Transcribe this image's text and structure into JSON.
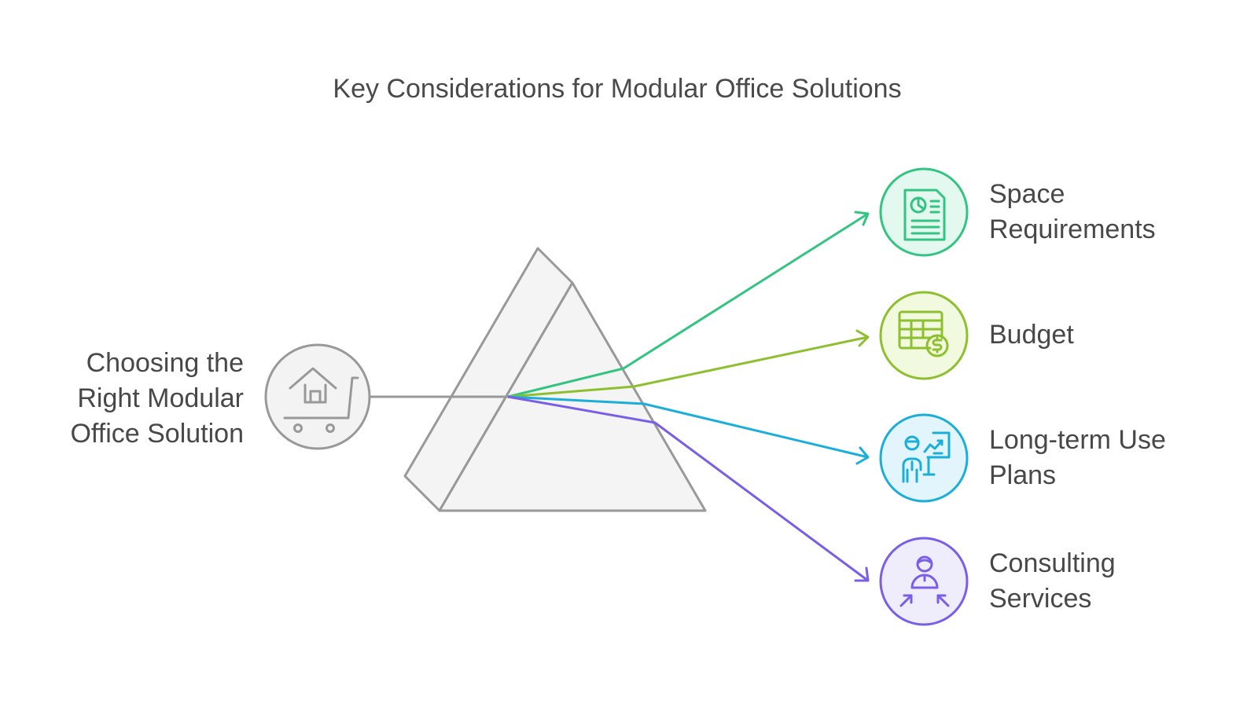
{
  "title": "Key Considerations for Modular Office Solutions",
  "source": {
    "lines": [
      "Choosing the",
      "Right Modular",
      "Office Solution"
    ],
    "icon": "house-cart-icon",
    "color": "#999999",
    "fill": "#f3f3f3"
  },
  "outputs": [
    {
      "lines": [
        "Space",
        "Requirements"
      ],
      "icon": "document-chart-icon",
      "color": "#33c481",
      "fill": "#e3f9ef"
    },
    {
      "lines": [
        "Budget"
      ],
      "icon": "spreadsheet-dollar-icon",
      "color": "#8dbf2e",
      "fill": "#f1fadf"
    },
    {
      "lines": [
        "Long-term Use",
        "Plans"
      ],
      "icon": "presenter-chart-icon",
      "color": "#1aaed9",
      "fill": "#e3f5fc"
    },
    {
      "lines": [
        "Consulting",
        "Services"
      ],
      "icon": "consultant-arrows-icon",
      "color": "#7b5ee8",
      "fill": "#efecfc"
    }
  ]
}
